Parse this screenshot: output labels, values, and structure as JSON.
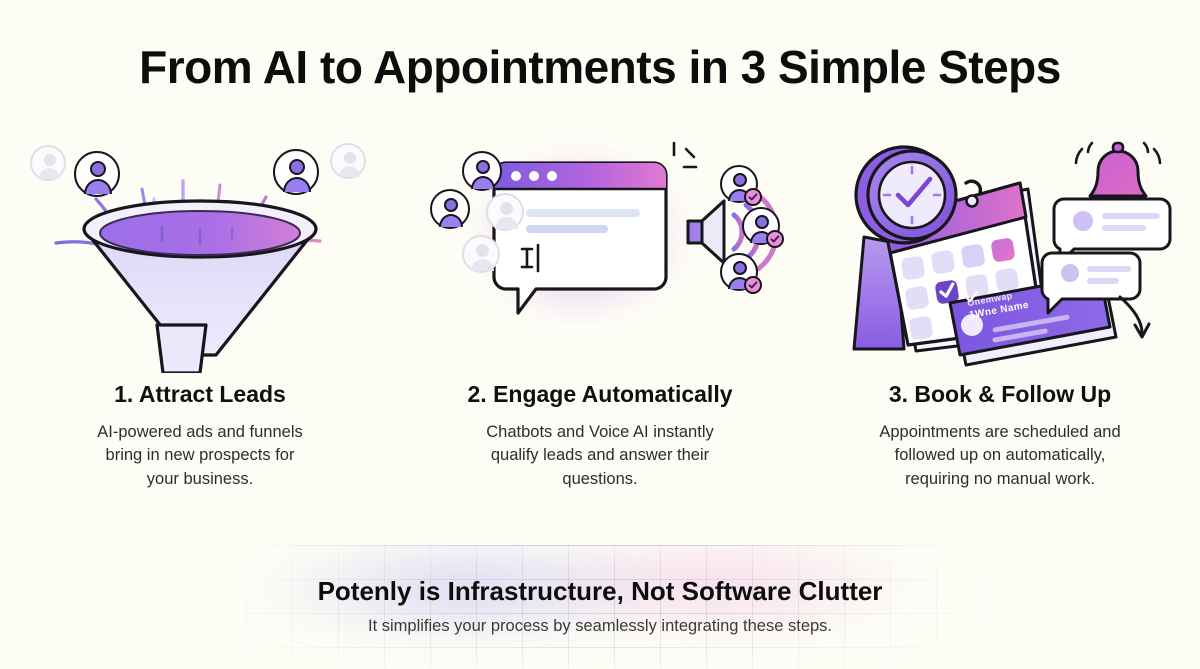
{
  "header": {
    "title": "From AI to Appointments in 3 Simple Steps"
  },
  "steps": [
    {
      "id": "attract-leads",
      "title": "1. Attract Leads",
      "body_lines": [
        "AI-powered ads and funnels",
        "bring in new prospects for",
        "your business."
      ],
      "illustration": "funnel-with-leads"
    },
    {
      "id": "engage-automatically",
      "title": "2. Engage Automatically",
      "body_lines": [
        "Chatbots and Voice AI instantly",
        "qualify leads and answer their",
        "questions."
      ],
      "illustration": "chat-window-voice-qualified-leads"
    },
    {
      "id": "book-follow-up",
      "title": "3. Book & Follow Up",
      "body_lines": [
        "Appointments are scheduled and",
        "followed up on automatically,",
        "requiring no manual work."
      ],
      "illustration": "calendar-clock-bell-notifications"
    }
  ],
  "calendar_card": {
    "line1": "Onemwap",
    "line2": "1Wne Name"
  },
  "footer": {
    "title": "Potenly is Infrastructure, Not Software Clutter",
    "subtitle": "It simplifies your process by seamlessly integrating these steps."
  },
  "colors": {
    "background": "#fdfdf6",
    "text": "#0d0d0d",
    "body_text": "#2d2d2d",
    "purple": "#8b5cf6",
    "purple_deep": "#6d3fd4",
    "lavender": "#c4b5fd",
    "pink": "#e879c8",
    "magenta": "#d946b5",
    "outline": "#17161d"
  }
}
